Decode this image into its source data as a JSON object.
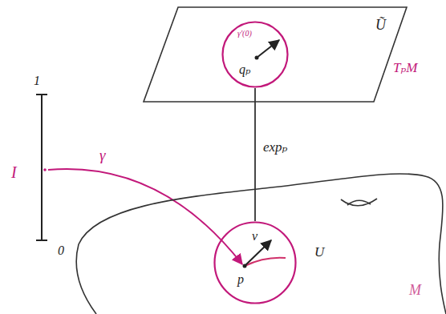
{
  "diagram": {
    "nodes": [
      {
        "text": [
          "Ũ",
          "TₚM"
        ]
      },
      {
        "text": [
          "qₚ",
          "γ'(0)"
        ],
        "in": 0
      },
      {
        "text": [
          "M"
        ]
      },
      {
        "text": [
          "p",
          "v",
          "U"
        ],
        "in": 2
      }
    ],
    "edges": [
      {
        "from": 1,
        "to": 3,
        "arrow": "none",
        "label": "expₚ"
      }
    ],
    "labels": [
      "1",
      "I",
      "γ",
      "0"
    ]
  }
}
